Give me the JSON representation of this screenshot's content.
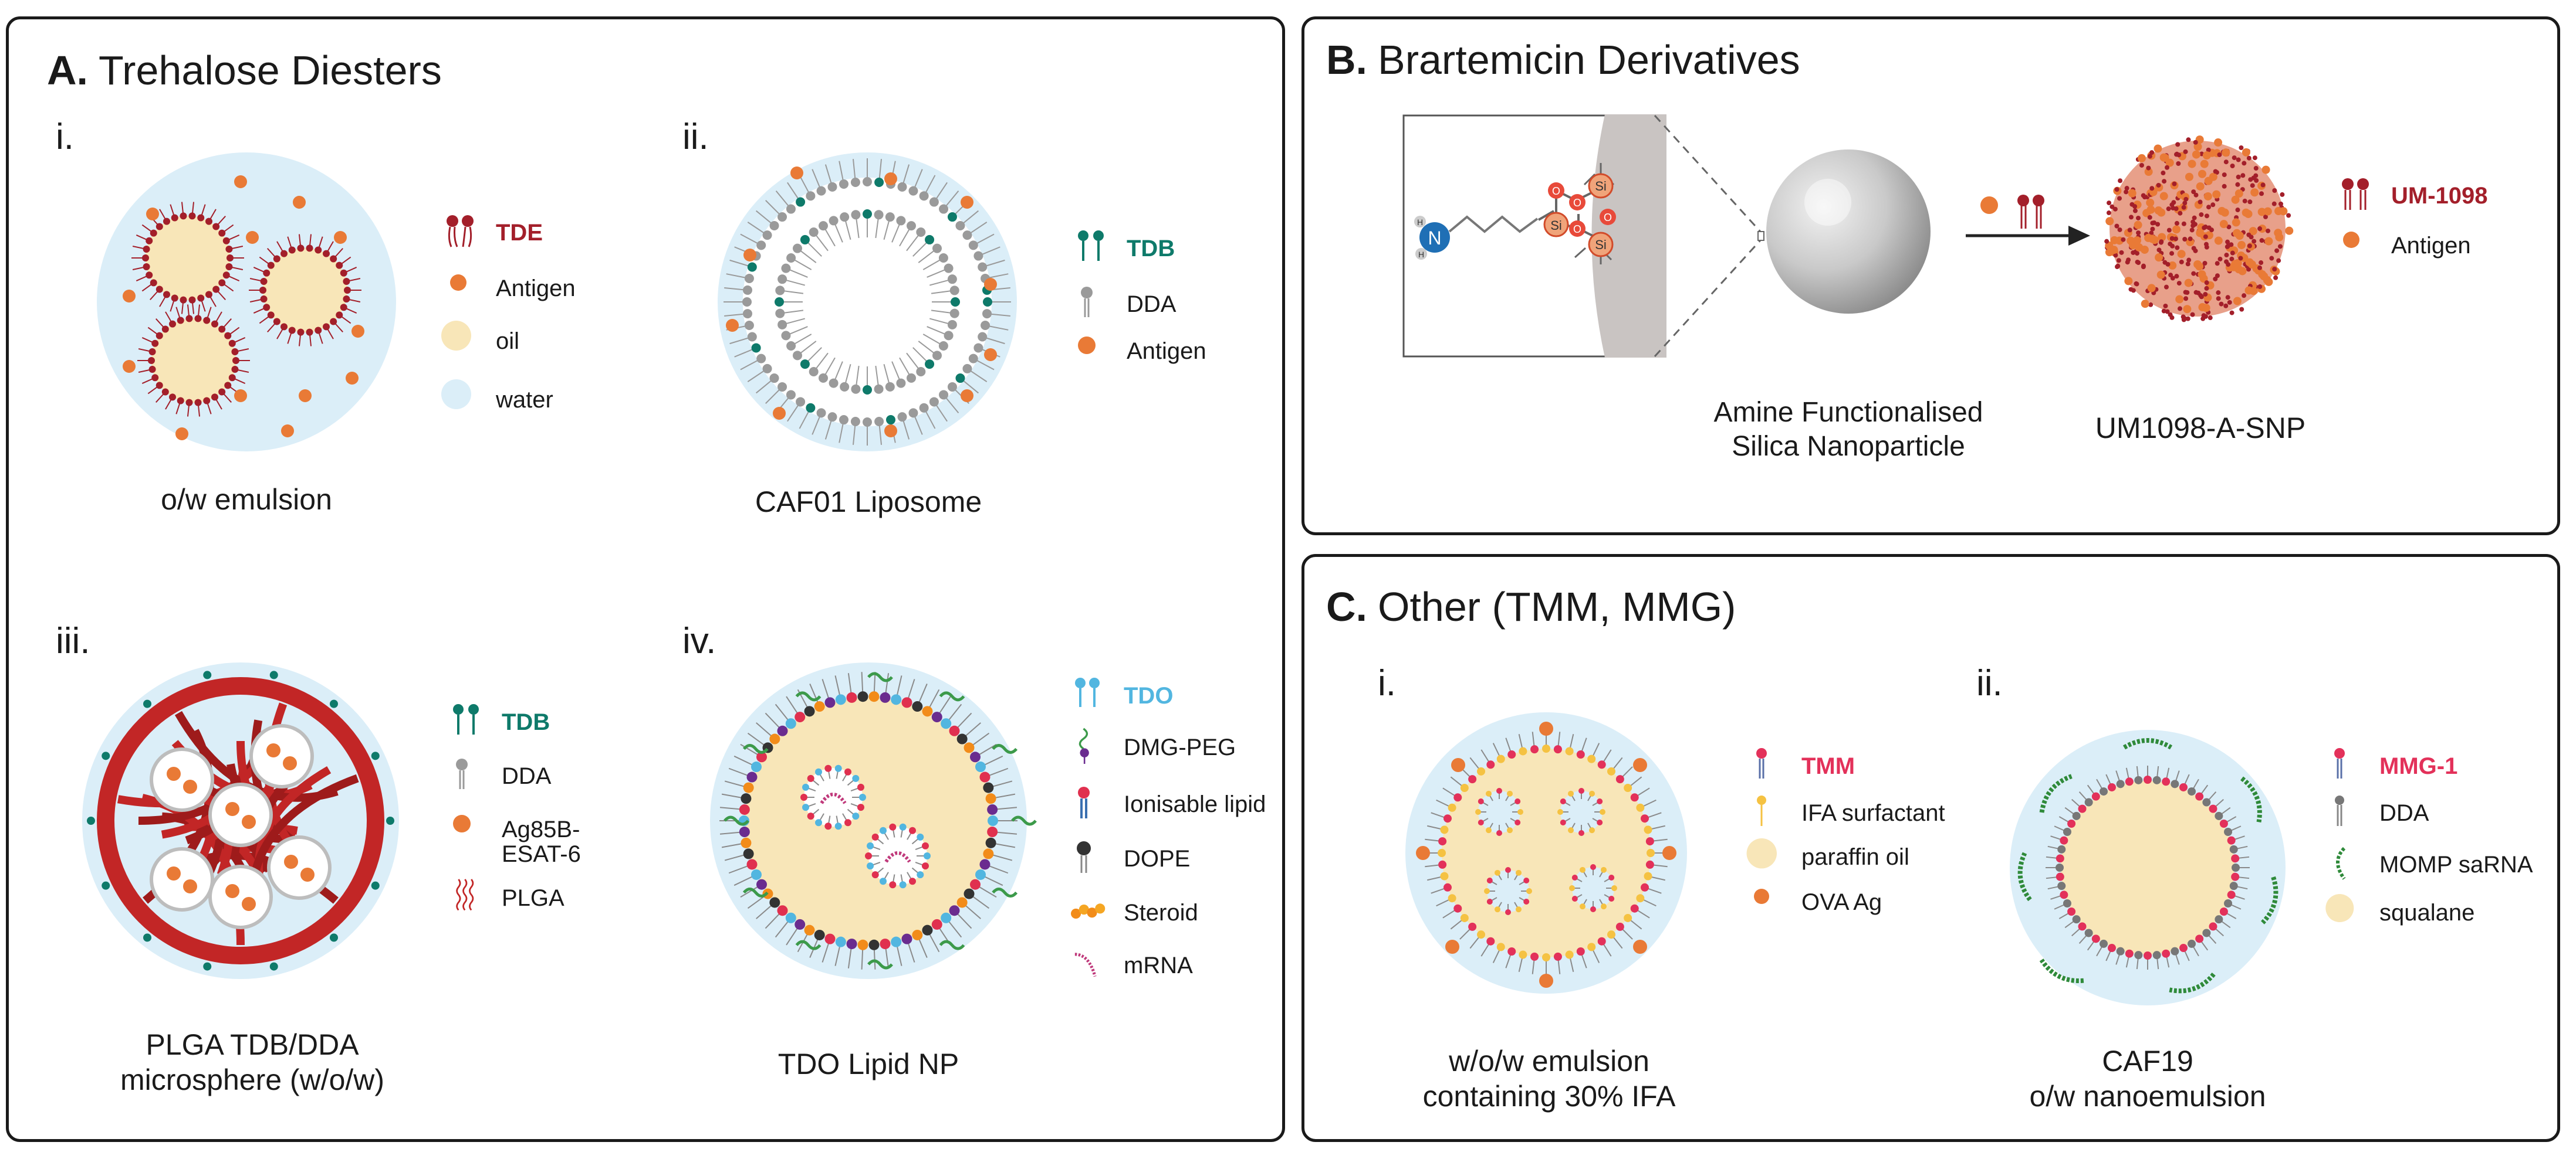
{
  "panelA": {
    "letter": "A.",
    "title": "Trehalose Diesters",
    "sub_i": "i.",
    "sub_ii": "ii.",
    "sub_iii": "iii.",
    "sub_iv": "iv.",
    "cap_i": "o/w emulsion",
    "cap_ii": "CAF01 Liposome",
    "cap_iii_1": "PLGA TDB/DDA",
    "cap_iii_2": "microsphere (w/o/w)",
    "cap_iv": "TDO Lipid NP",
    "leg_i": [
      "TDE",
      "Antigen",
      "oil",
      "water"
    ],
    "leg_ii": [
      "TDB",
      "DDA",
      "Antigen"
    ],
    "leg_iii": [
      "TDB",
      "DDA",
      "Ag85B-",
      "ESAT-6",
      "PLGA"
    ],
    "leg_iv": [
      "TDO",
      "DMG-PEG",
      "Ionisable lipid",
      "DOPE",
      "Steroid",
      "mRNA"
    ]
  },
  "panelB": {
    "letter": "B.",
    "title": "Brartemicin Derivatives",
    "cap_np_1": "Amine Functionalised",
    "cap_np_2": "Silica Nanoparticle",
    "cap_product": "UM1098-A-SNP",
    "leg": [
      "UM-1098",
      "Antigen"
    ],
    "atoms": {
      "n": "N",
      "h": "H",
      "o": "O",
      "si": "Si"
    }
  },
  "panelC": {
    "letter": "C.",
    "title": "Other (TMM, MMG)",
    "sub_i": "i.",
    "sub_ii": "ii.",
    "cap_i_1": "w/o/w emulsion",
    "cap_i_2": "containing 30% IFA",
    "cap_ii_1": "CAF19",
    "cap_ii_2": "o/w nanoemulsion",
    "leg_i": [
      "TMM",
      "IFA surfactant",
      "paraffin oil",
      "OVA Ag"
    ],
    "leg_ii": [
      "MMG-1",
      "DDA",
      "MOMP saRNA",
      "squalane"
    ]
  },
  "colors": {
    "tde": "#a31f2a",
    "tdb": "#0e7a6a",
    "tdo": "#52b6e0",
    "tmm": "#e3315a",
    "antigen": "#e97a36",
    "oil": "#f8e6b8",
    "water": "#dbeef8",
    "plga": "#c22626",
    "border": "#1a1a1a"
  }
}
